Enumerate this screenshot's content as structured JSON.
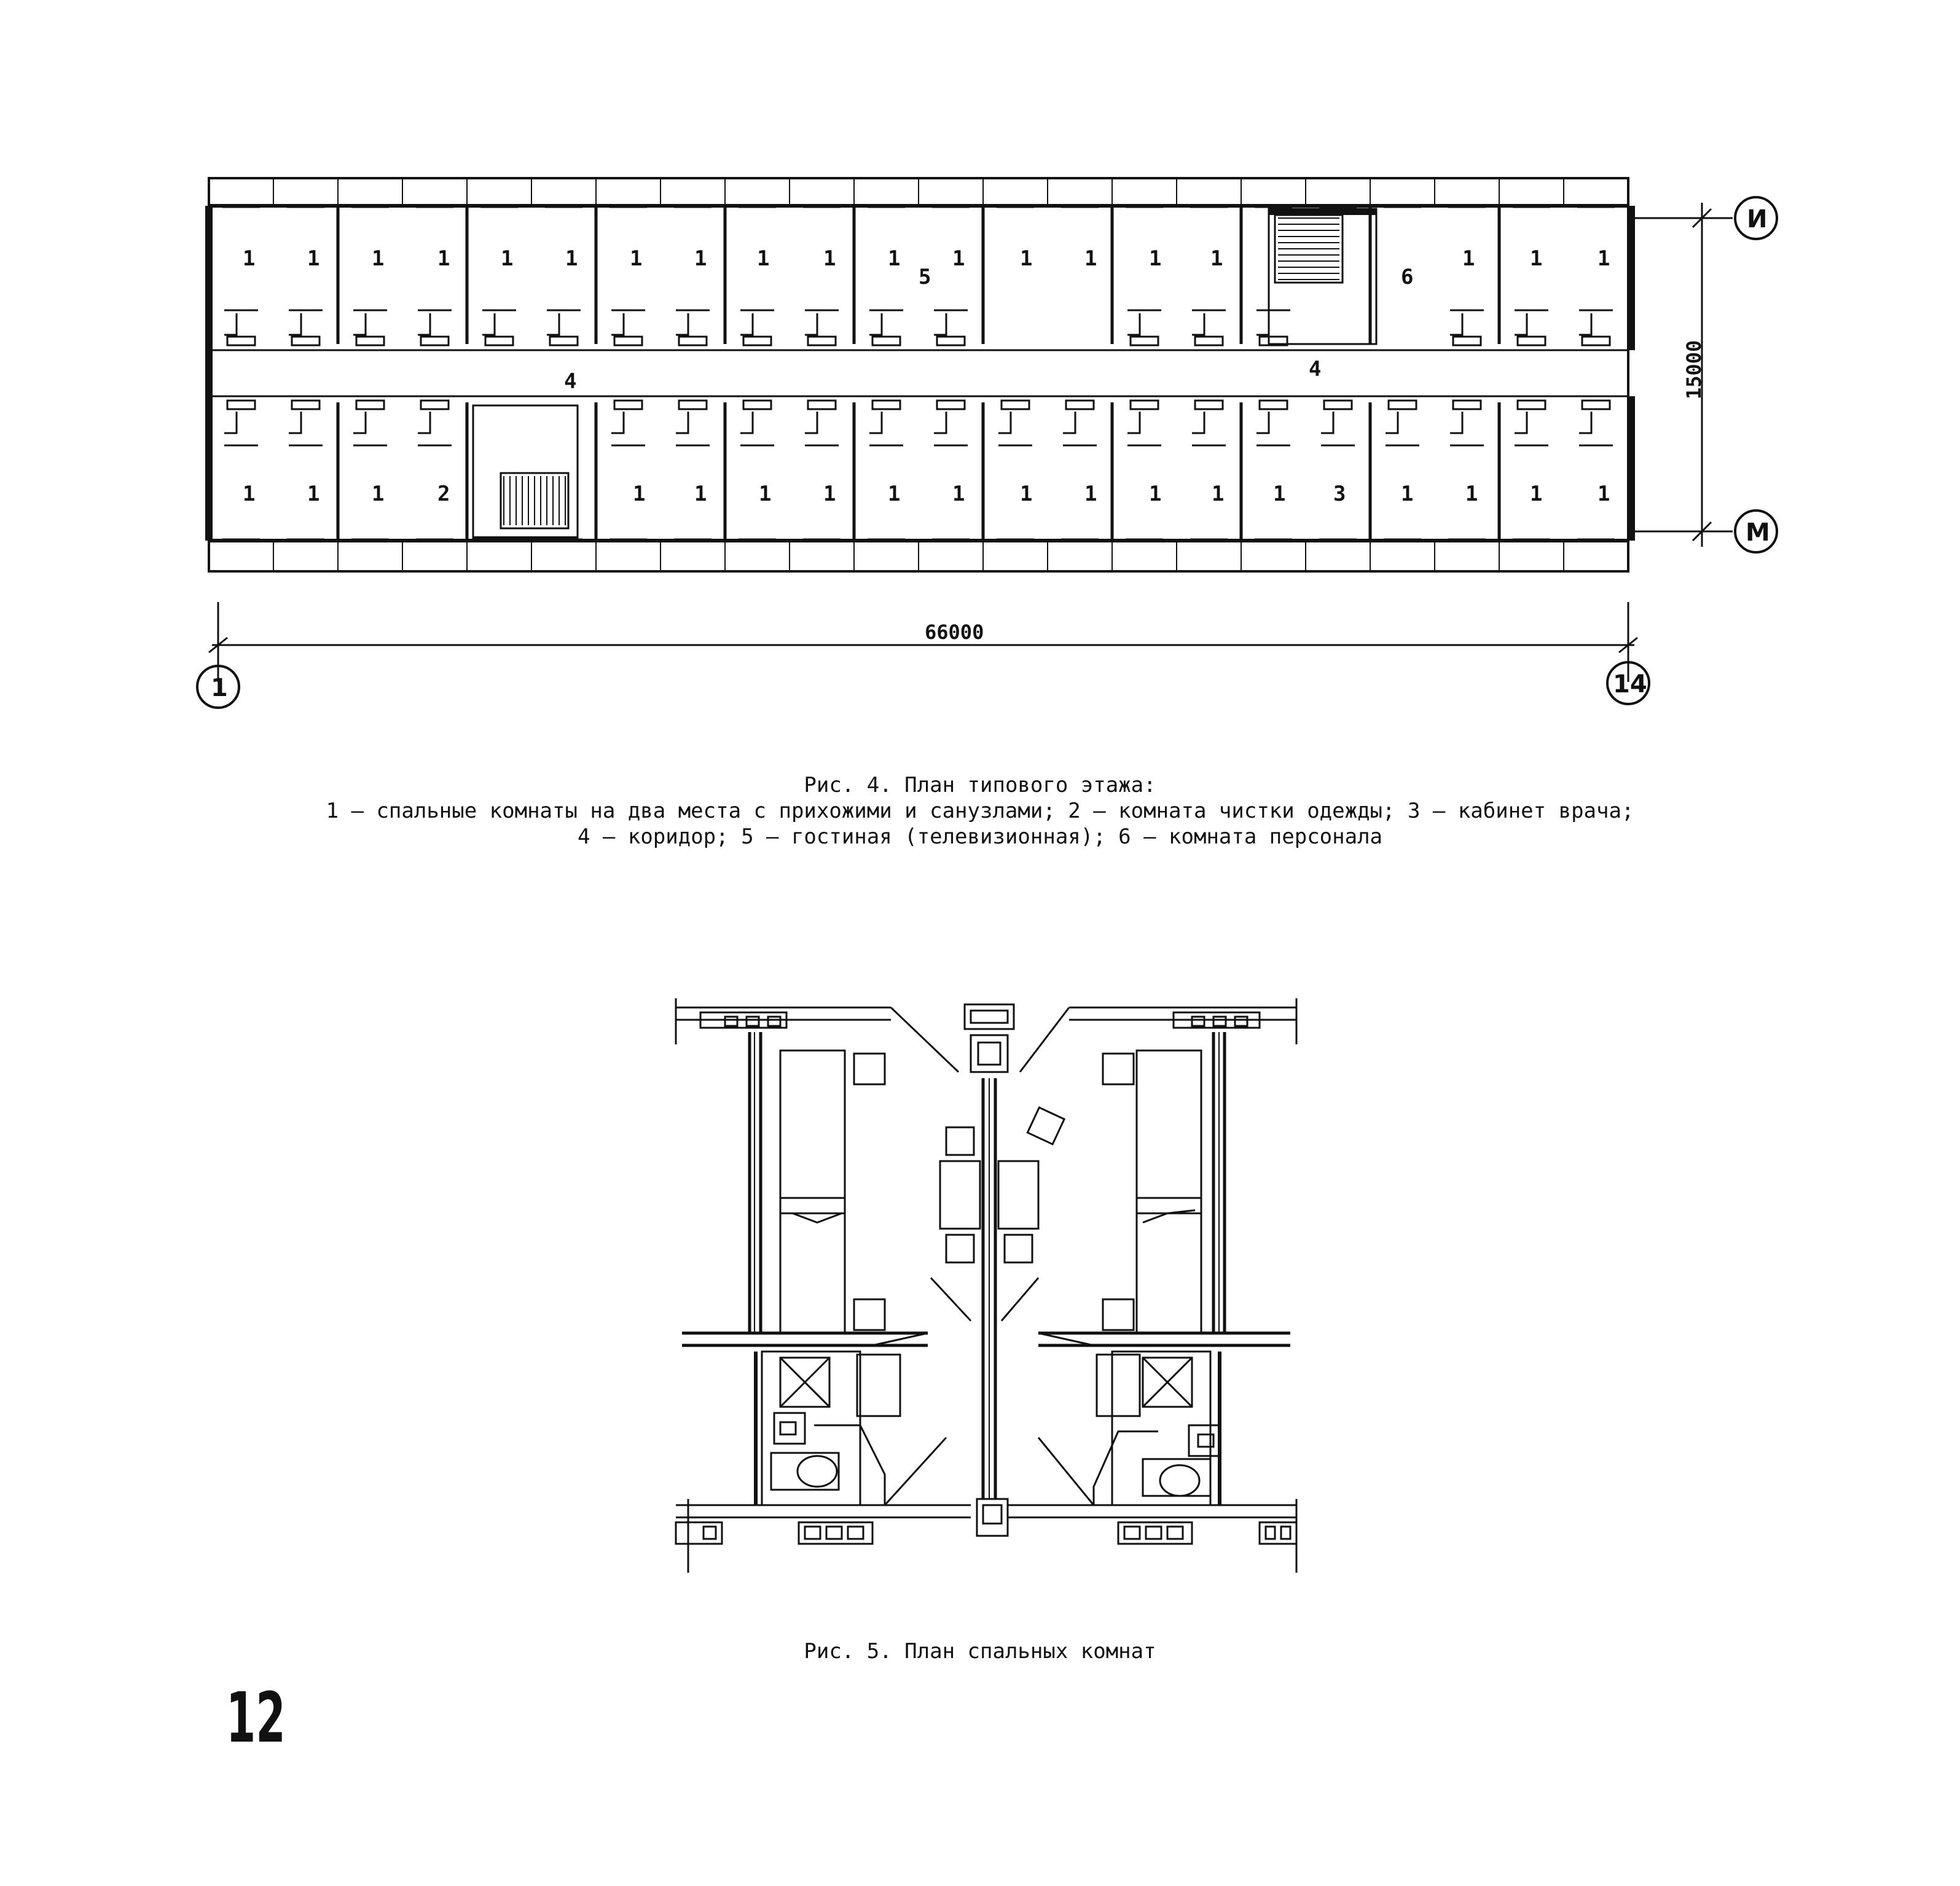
{
  "figure4": {
    "caption_title": "Рис. 4. План типового этажа:",
    "caption_line1": "1 – спальные комнаты на два места с прихожими и санузлами; 2 – комната чистки одежды; 3 – кабинет  врача;",
    "caption_line2": "4 – коридор; 5 – гостиная (телевизионная); 6 – комната персонала",
    "dimension_length": "66000",
    "dimension_width": "15000",
    "axis_left": "1",
    "axis_right": "14",
    "axis_top": "И",
    "axis_bottom": "М",
    "top_row_labels": [
      "1",
      "1",
      "1",
      "1",
      "1",
      "1",
      "1",
      "1",
      "1",
      "1",
      "1",
      "1",
      "5",
      "1",
      "1",
      "1",
      "1",
      "6",
      "1",
      "1",
      "1"
    ],
    "bottom_row_labels": [
      "1",
      "1",
      "1",
      "2",
      "1",
      "1",
      "1",
      "1",
      "1",
      "1",
      "1",
      "1",
      "1",
      "1",
      "1",
      "3",
      "1",
      "1",
      "1",
      "1"
    ],
    "corridor_label_left": "4",
    "corridor_label_right": "4"
  },
  "figure5": {
    "caption": "Рис. 5. План спальных комнат"
  },
  "page_number": "12"
}
